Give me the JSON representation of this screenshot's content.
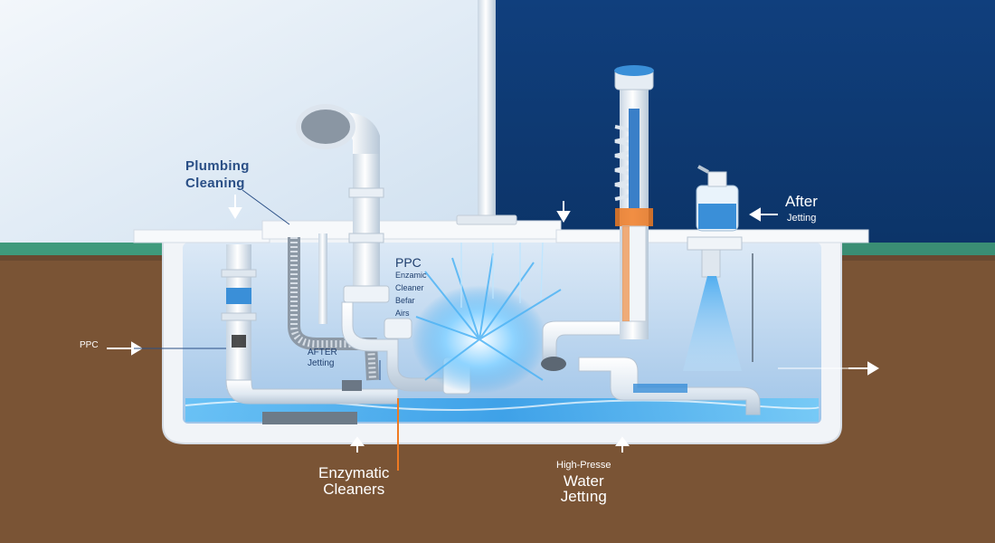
{
  "diagram": {
    "title": [
      "Plumbing",
      "Cleaning"
    ],
    "labels": {
      "after_top": [
        "After",
        "Jetting"
      ],
      "ppc_top": [
        "PPC",
        "Enzamic",
        "Cleaner",
        "Befar",
        "Airs"
      ],
      "ppc_left": "PPC",
      "after_mid": [
        "AFTER",
        "Jetting"
      ],
      "enzymatic": [
        "Enzymatic",
        "Cleaners"
      ],
      "jetting": [
        "High-Presse",
        "Water",
        "Jettıng"
      ]
    },
    "colors": {
      "sky_left": "#e3edf7",
      "sky_right": "#0f3d78",
      "soil": "#7a5435",
      "grass": "#3f9a7c",
      "pipe": "#e6eef6",
      "water": "#3ba7f0",
      "tank_wall": "#f2f5f8",
      "accent_orange": "#ef7a22"
    }
  }
}
